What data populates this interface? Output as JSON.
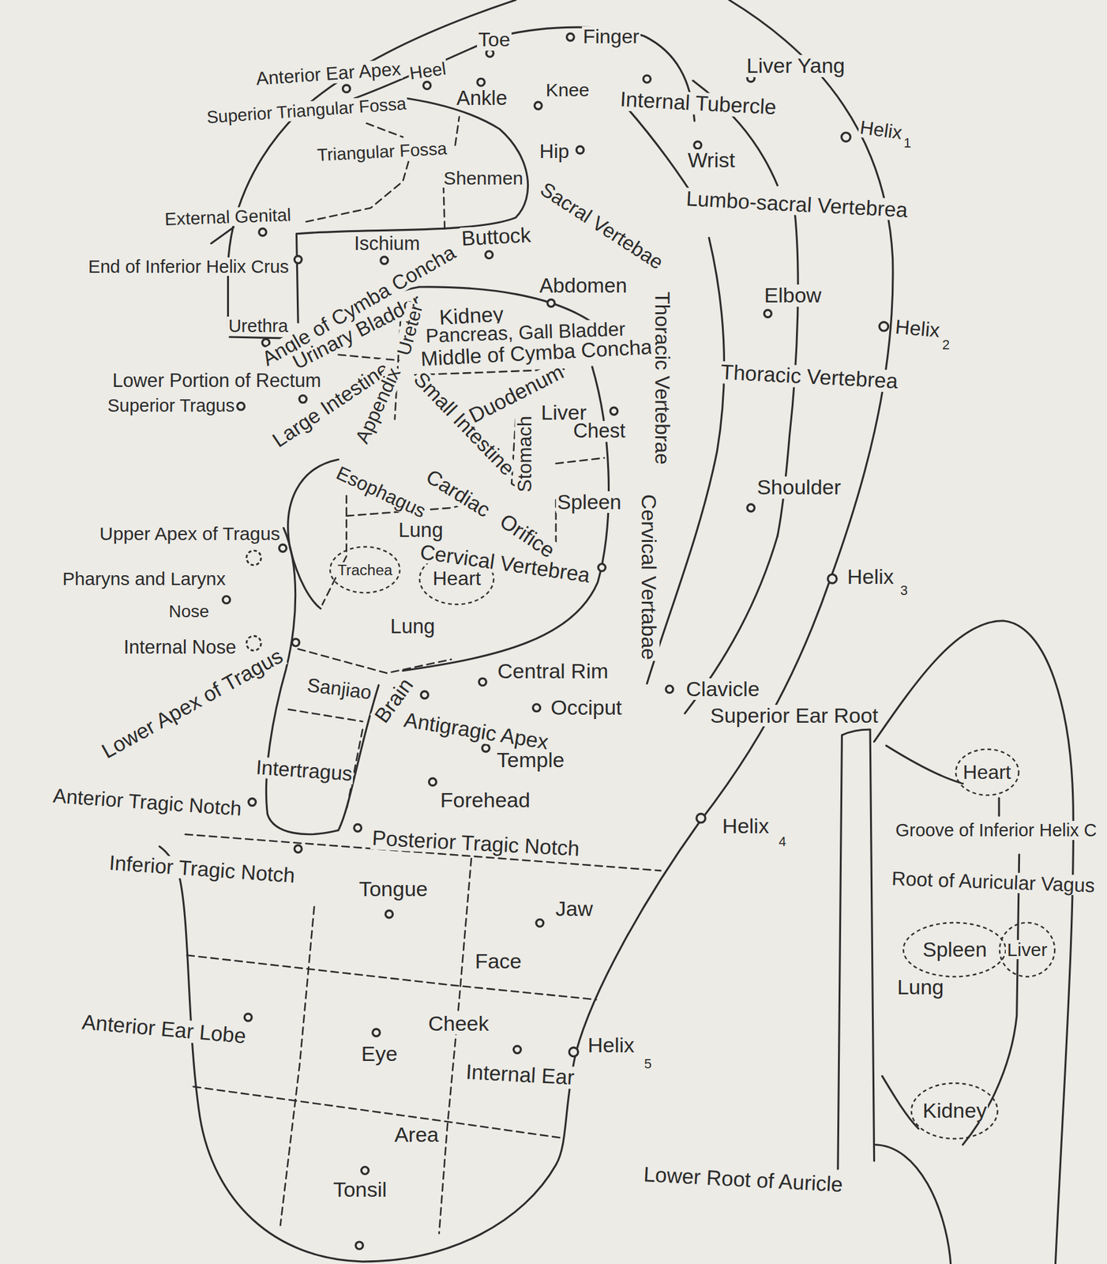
{
  "diagram": {
    "nodes": [
      {
        "text": [
          "Trachea"
        ]
      },
      {
        "text": [
          "Heart"
        ]
      },
      {
        "text": [
          "Heart"
        ]
      },
      {
        "text": [
          "Spleen"
        ]
      },
      {
        "text": [
          "Liver"
        ]
      },
      {
        "text": [
          "Kidney"
        ]
      }
    ],
    "labels": [
      "Toe",
      "Finger",
      "Anterior Ear Apex",
      "Heel",
      "Ankle",
      "Knee",
      "Liver Yang",
      "Internal Tubercle",
      "Helix",
      "1",
      "Superior Triangular Fossa",
      "Triangular Fossa",
      "Hip",
      "Wrist",
      "Shenmen",
      "Sacral Vertebae",
      "Lumbo-sacral Vertebrea",
      "External Genital",
      "End of Inferior Helix Crus",
      "Ischium",
      "Buttock",
      "Angle of Cymba Concha",
      "Abdomen",
      "Elbow",
      "Helix",
      "2",
      "Urethra",
      "Urinary Bladder",
      "Ureter",
      "Kidney",
      "Pancreas, Gall Bladder",
      "Middle of Cymba Concha",
      "Thoracic Vertebrae",
      "Thoracic Vertebrea",
      "Lower Portion of Rectum",
      "Superior Tragus",
      "Large Intestine",
      "Appendix",
      "Small Intestine",
      "Duodenum",
      "Liver",
      "Chest",
      "Stomach",
      "Esophagus",
      "Cardiac",
      "Spleen",
      "Shoulder",
      "Upper Apex of Tragus",
      "Lung",
      "Orifice",
      "Cervical Vertebrea",
      "Cervical Vertabae",
      "Helix",
      "3",
      "Pharyns and Larynx",
      "Nose",
      "Lung",
      "Internal Nose",
      "Lower Apex of Tragus",
      "Central Rim",
      "Sanjiao",
      "Brain",
      "Clavicle",
      "Antigragic Apex",
      "Occiput",
      "Superior Ear Root",
      "Temple",
      "Intertragus",
      "Forehead",
      "Anterior Tragic Notch",
      "Helix",
      "4",
      "Groove of Inferior Helix C",
      "Posterior Tragic Notch",
      "Inferior Tragic Notch",
      "Root of Auricular Vagus",
      "Tongue",
      "Jaw",
      "Face",
      "Lung",
      "Anterior Ear Lobe",
      "Cheek",
      "Eye",
      "Helix",
      "5",
      "Internal Ear",
      "Area",
      "Lower Root of Auricle",
      "Tonsil"
    ]
  }
}
